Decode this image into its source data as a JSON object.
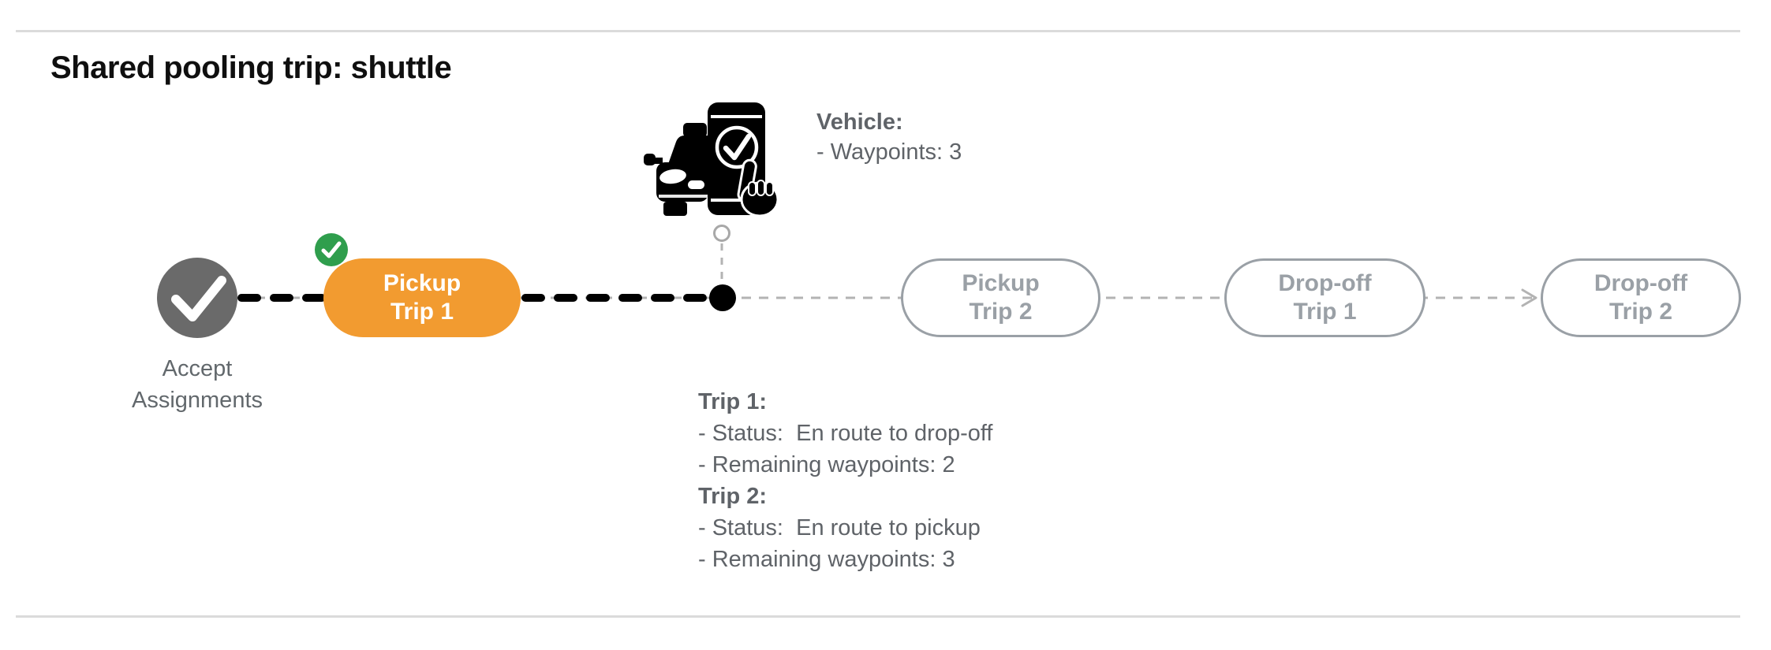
{
  "page": {
    "title": "Shared pooling trip: shuttle"
  },
  "vehicle_panel": {
    "icon": "autonomous-car-phone-check-icon",
    "heading": "Vehicle:",
    "waypoints_line": "- Waypoints: 3"
  },
  "timeline": {
    "start_node": {
      "icon": "check-circle-icon",
      "label_line1": "Accept",
      "label_line2": "Assignments",
      "state": "done"
    },
    "current_position_icon": "current-position-dot",
    "vehicle_connector_icon": "connector-ring-icon",
    "pills": [
      {
        "id": "pickup-trip-1",
        "line1": "Pickup",
        "line2": "Trip 1",
        "state": "active",
        "badge_icon": "check-badge-icon"
      },
      {
        "id": "pickup-trip-2",
        "line1": "Pickup",
        "line2": "Trip 2",
        "state": "upcoming"
      },
      {
        "id": "dropoff-trip-1",
        "line1": "Drop-off",
        "line2": "Trip 1",
        "state": "upcoming"
      },
      {
        "id": "dropoff-trip-2",
        "line1": "Drop-off",
        "line2": "Trip 2",
        "state": "upcoming"
      }
    ]
  },
  "trip_status": {
    "trips": [
      {
        "heading": "Trip 1:",
        "status_line": "- Status:  En route to drop-off",
        "waypoints_line": "- Remaining waypoints: 2"
      },
      {
        "heading": "Trip 2:",
        "status_line": "- Status:  En route to pickup",
        "waypoints_line": "- Remaining waypoints: 3"
      }
    ]
  },
  "colors": {
    "active_pill_orange": "#F29B30",
    "badge_green": "#2F9E4D",
    "done_node_gray": "#6A6A6A",
    "upcoming_gray": "#9AA0A6",
    "text_gray": "#5F6368",
    "line_gray": "#B3B3B3",
    "divider_gray": "#DBDBDB",
    "current_dot_black": "#000000"
  }
}
